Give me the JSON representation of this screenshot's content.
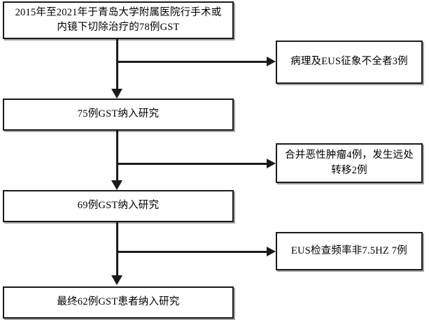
{
  "diagram": {
    "type": "flowchart",
    "orientation": "top-to-bottom with right-side exclusion branches",
    "main_nodes": [
      {
        "id": "main-0",
        "text": "2015年至2021年于青岛大学附属医院行手术或\n内镜下切除治疗的78例GST"
      },
      {
        "id": "main-1",
        "text": "75例GST纳入研究"
      },
      {
        "id": "main-2",
        "text": "69例GST纳入研究"
      },
      {
        "id": "main-3",
        "text": "最终62例GST患者纳入研究"
      }
    ],
    "side_nodes": [
      {
        "id": "side-0",
        "text": "病理及EUS征象不全者3例"
      },
      {
        "id": "side-1",
        "text": "合并恶性肿瘤4例，发生远处\n转移2例"
      },
      {
        "id": "side-2",
        "text": "EUS检查频率非7.5HZ 7例"
      }
    ],
    "connectors": [
      {
        "id": "trunk-0",
        "kind": "vertical-arrow",
        "from": "main-0",
        "to": "main-1"
      },
      {
        "id": "branch-0",
        "kind": "horizontal-arrow",
        "from": "trunk-0",
        "to": "side-0"
      },
      {
        "id": "trunk-1",
        "kind": "vertical-arrow",
        "from": "main-1",
        "to": "main-2"
      },
      {
        "id": "branch-1",
        "kind": "horizontal-arrow",
        "from": "trunk-1",
        "to": "side-1"
      },
      {
        "id": "trunk-2",
        "kind": "vertical-arrow",
        "from": "main-2",
        "to": "main-3"
      },
      {
        "id": "branch-2",
        "kind": "horizontal-arrow",
        "from": "trunk-2",
        "to": "side-2"
      }
    ],
    "colors": {
      "stroke": "#1a1a1a",
      "fill": "#ffffff",
      "text": "#000000",
      "shadow": "#5a5a5a"
    }
  }
}
